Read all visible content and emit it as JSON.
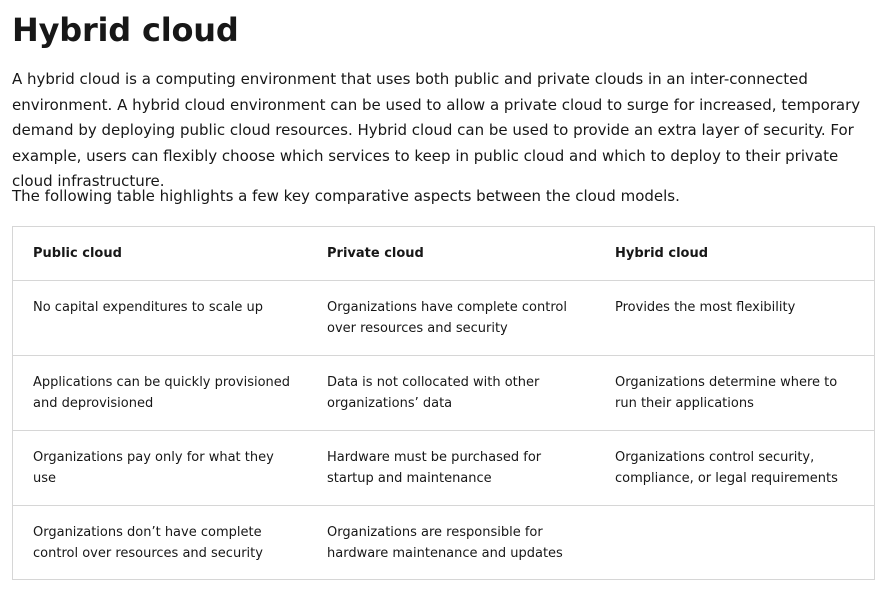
{
  "page": {
    "title": "Hybrid cloud",
    "paragraph1": "A hybrid cloud is a computing environment that uses both public and private clouds in an inter-connected environment. A hybrid cloud environment can be used to allow a private cloud to surge for increased, temporary demand by deploying public cloud resources. Hybrid cloud can be used to provide an extra layer of security. For example, users can flexibly choose which services to keep in public cloud and which to deploy to their private cloud infrastructure.",
    "paragraph2": "The following table highlights a few key comparative aspects between the cloud models."
  },
  "table": {
    "headers": [
      "Public cloud",
      "Private cloud",
      "Hybrid cloud"
    ],
    "rows": [
      [
        "No capital expenditures to scale up",
        "Organizations have complete control over resources and security",
        "Provides the most flexibility"
      ],
      [
        "Applications can be quickly provisioned and deprovisioned",
        "Data is not collocated with other organizations’ data",
        "Organizations determine where to run their applications"
      ],
      [
        "Organizations pay only for what they use",
        "Hardware must be purchased for startup and maintenance",
        "Organizations control security, compliance, or legal requirements"
      ],
      [
        "Organizations don’t have complete control over resources and security",
        "Organizations are responsible for hardware maintenance and updates",
        ""
      ]
    ]
  }
}
